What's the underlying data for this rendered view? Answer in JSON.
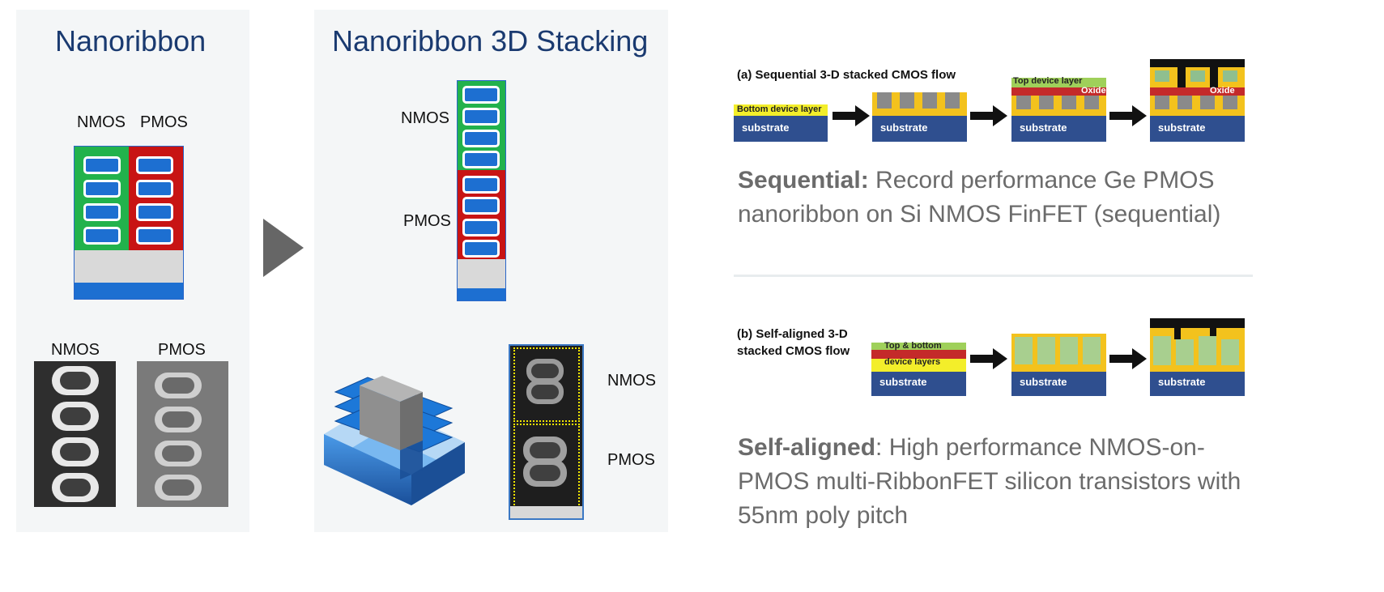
{
  "left": {
    "title": "Nanoribbon",
    "nmos": "NMOS",
    "pmos": "PMOS"
  },
  "middle": {
    "title": "Nanoribbon 3D Stacking",
    "nmos": "NMOS",
    "pmos": "PMOS"
  },
  "flow_a": {
    "header": "(a) Sequential 3-D stacked CMOS flow",
    "bottom_layer": "Bottom device layer",
    "top_layer": "Top device layer",
    "oxide": "Oxide",
    "substrate": "substrate"
  },
  "flow_b": {
    "header_line1": "(b) Self-aligned 3-D",
    "header_line2": "stacked CMOS flow",
    "layers_line1": "Top & bottom",
    "layers_line2": "device layers",
    "substrate": "substrate"
  },
  "sequential": {
    "bold": "Sequential:",
    "text": " Record performance Ge PMOS nanoribbon on Si NMOS FinFET (sequential)"
  },
  "selfaligned": {
    "bold": "Self-aligned",
    "text": ": High performance NMOS-on-PMOS multi-RibbonFET silicon transistors with 55nm poly pitch"
  },
  "colors": {
    "nmos": "#22b24c",
    "pmos": "#c81414",
    "ribbon": "#1d6fd1",
    "substrate": "#2f4f8f",
    "title": "#1a3a70"
  }
}
